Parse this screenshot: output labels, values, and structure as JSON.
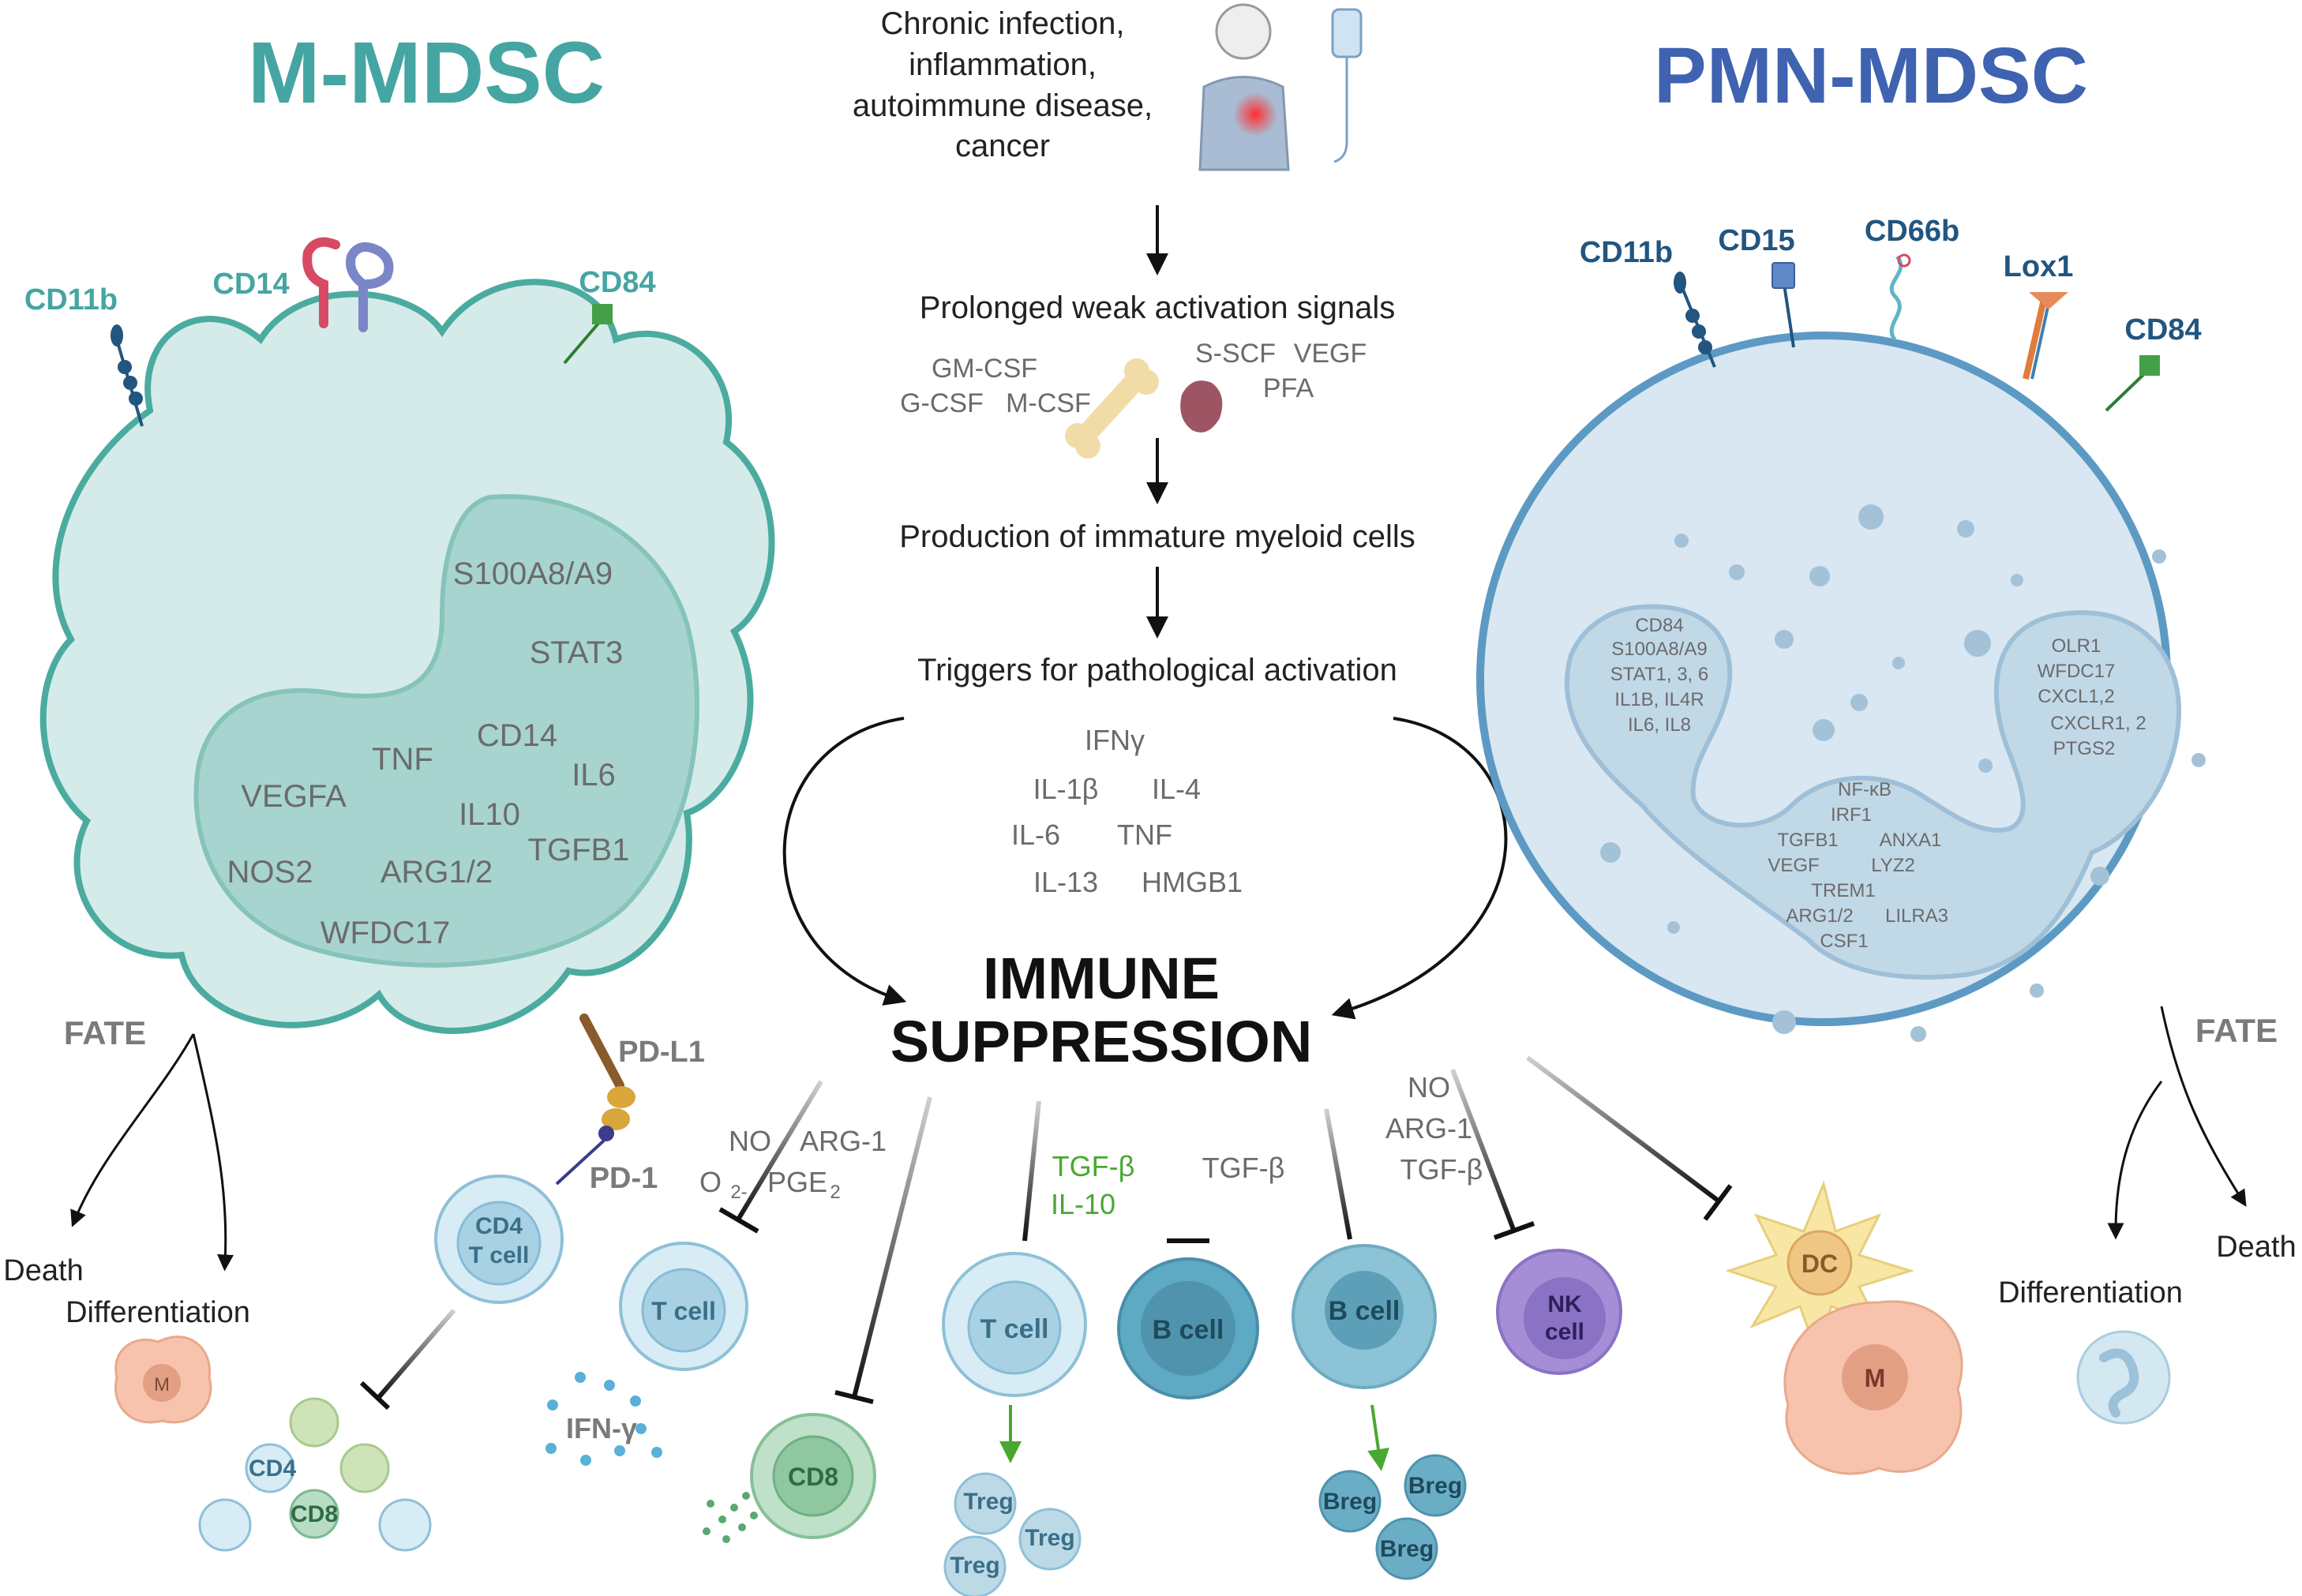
{
  "titles": {
    "left": "M-MDSC",
    "right": "PMN-MDSC"
  },
  "colors": {
    "m_mdsc": "#45a5a3",
    "pmn_mdsc": "#3f62b1",
    "marker_blue": "#22557f",
    "green_text": "#4aa830",
    "body_text": "#6b6b6b"
  },
  "flow": {
    "cause": [
      "Chronic infection,",
      "inflammation,",
      "autoimmune disease,",
      "cancer"
    ],
    "step1": "Prolonged weak activation signals",
    "factors_left": [
      "GM-CSF",
      "G-CSF",
      "M-CSF"
    ],
    "factors_right": [
      "S-SCF",
      "VEGF",
      "PFA"
    ],
    "step2": "Production of immature myeloid cells",
    "step3": "Triggers for pathological activation",
    "cytokines": [
      "IFNγ",
      "IL-1β",
      "IL-4",
      "IL-6",
      "TNF",
      "IL-13",
      "HMGB1"
    ],
    "center": [
      "IMMUNE",
      "SUPPRESSION"
    ]
  },
  "m_mdsc": {
    "markers": [
      "CD11b",
      "CD14",
      "CD84"
    ],
    "genes": [
      "S100A8/A9",
      "STAT3",
      "TNF",
      "CD14",
      "IL6",
      "VEGFA",
      "IL10",
      "TGFB1",
      "NOS2",
      "ARG1/2",
      "WFDC17"
    ],
    "fate_label": "FATE",
    "fates": [
      "Death",
      "Differentiation"
    ],
    "fate_cell": "M",
    "checkpoint": [
      "PD-L1",
      "PD-1"
    ]
  },
  "pmn_mdsc": {
    "markers": [
      "CD11b",
      "CD15",
      "CD66b",
      "Lox1",
      "CD84"
    ],
    "genes_left": [
      "CD84",
      "S100A8/A9",
      "STAT1, 3, 6",
      "IL1B, IL4R",
      "IL6, IL8"
    ],
    "genes_right": [
      "OLR1",
      "WFDC17",
      "CXCL1,2",
      "CXCLR1, 2",
      "PTGS2"
    ],
    "genes_bottom": [
      "NF-κB",
      "IRF1",
      "TGFB1",
      "ANXA1",
      "VEGF",
      "LYZ2",
      "TREM1",
      "ARG1/2",
      "LILRA3",
      "CSF1"
    ],
    "fate_label": "FATE",
    "fates": [
      "Death",
      "Differentiation"
    ]
  },
  "targets": {
    "cd4_tcell": [
      "CD4",
      "T cell"
    ],
    "daughters_cd4": "CD4",
    "daughters_cd8": "CD8",
    "ifn": "IFN-γ",
    "mediators_tcell": [
      "NO",
      "ARG-1",
      "O",
      "2-",
      "PGE",
      "2"
    ],
    "tcell": "T cell",
    "cd8": "CD8",
    "treg_mediators": [
      "TGF-β",
      "IL-10"
    ],
    "treg_source": "T cell",
    "tregs": [
      "Treg",
      "Treg",
      "Treg"
    ],
    "bcell_mediator": "TGF-β",
    "bcell": "B cell",
    "breg_source": "B cell",
    "bregs": [
      "Breg",
      "Breg",
      "Breg"
    ],
    "nk_mediators": [
      "NO",
      "ARG-1",
      "TGF-β"
    ],
    "nk": [
      "NK",
      "cell"
    ],
    "dc": "DC",
    "macrophage": "M"
  }
}
